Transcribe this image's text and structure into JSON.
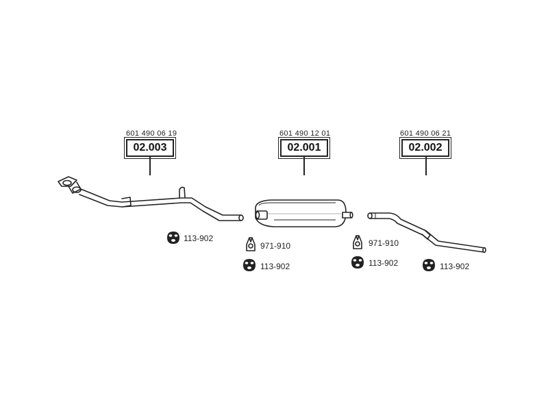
{
  "assemblies": [
    {
      "oe_number": "601 490 06 19",
      "part_code": "02.003"
    },
    {
      "oe_number": "601 490 12 01",
      "part_code": "02.001"
    },
    {
      "oe_number": "601 490 06 21",
      "part_code": "02.002"
    }
  ],
  "accessories": [
    {
      "code": "113-902",
      "icon": "rubber-mount-icon"
    },
    {
      "code": "971-910",
      "icon": "bracket-icon"
    },
    {
      "code": "113-902",
      "icon": "rubber-mount-icon"
    },
    {
      "code": "971-910",
      "icon": "bracket-icon"
    },
    {
      "code": "113-902",
      "icon": "rubber-mount-icon"
    },
    {
      "code": "113-902",
      "icon": "rubber-mount-icon"
    }
  ]
}
